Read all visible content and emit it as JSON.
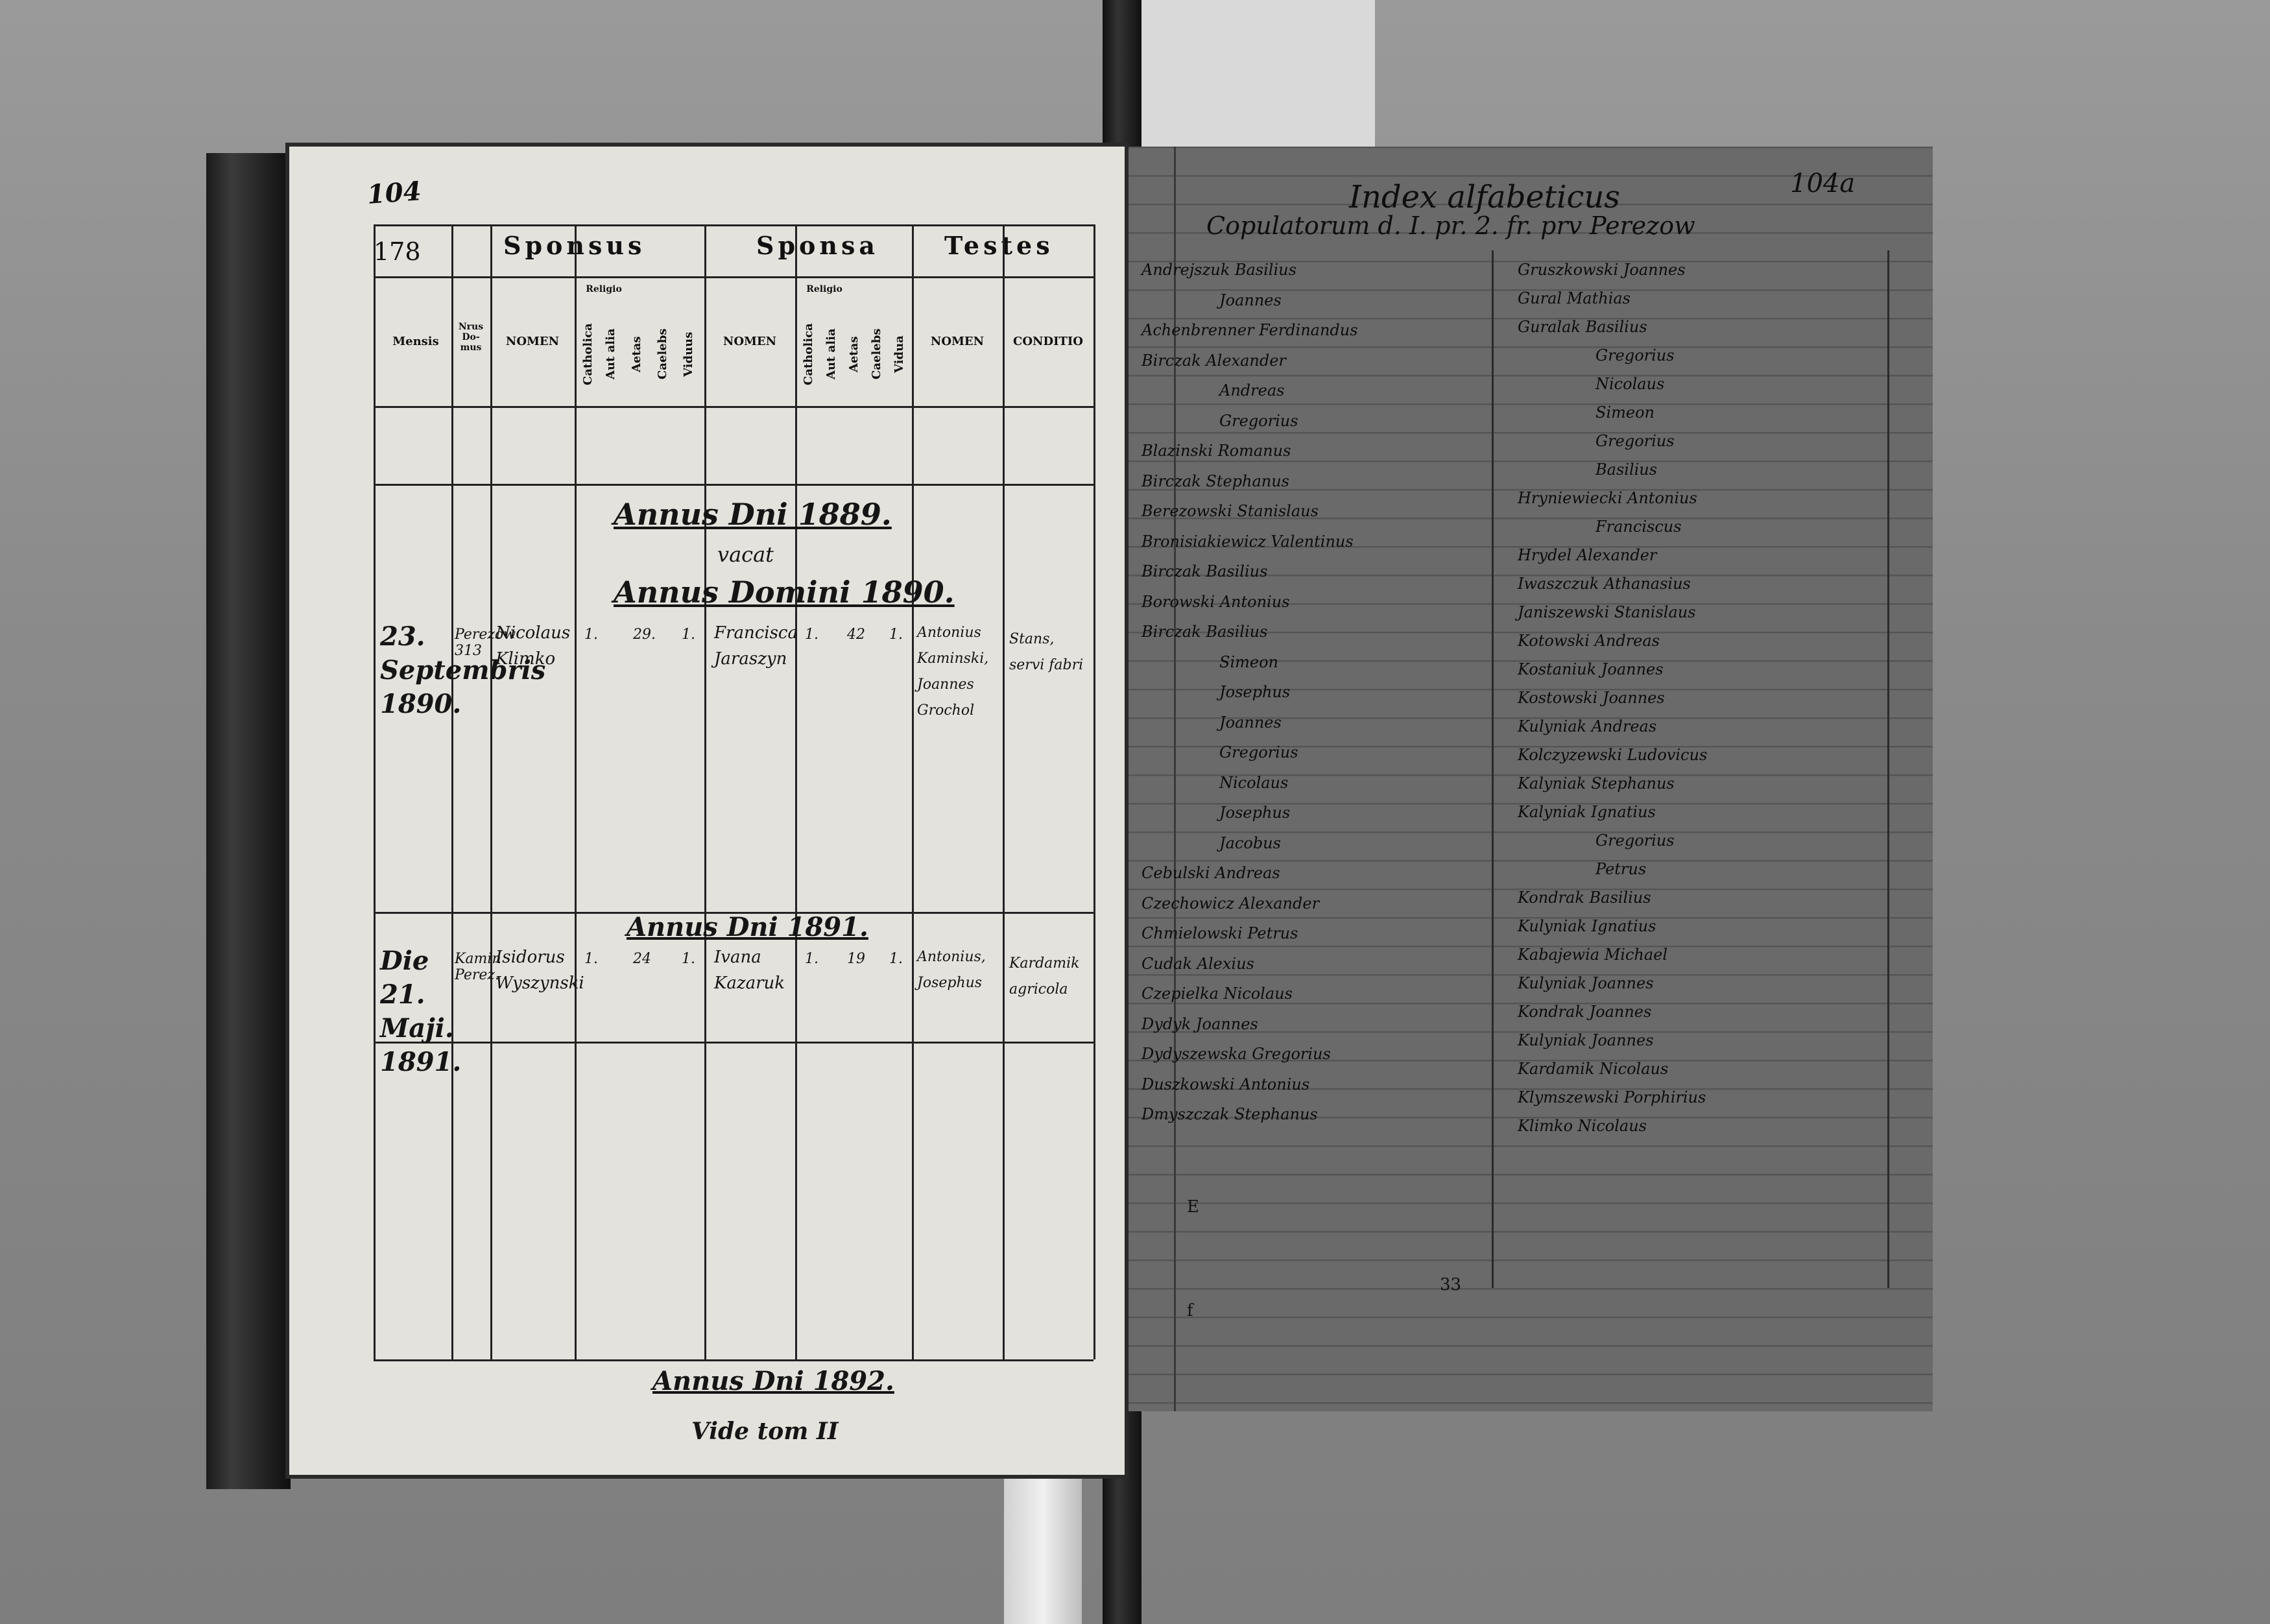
{
  "left_page": {
    "stamp": "104",
    "page_number": "178",
    "groups": {
      "sponsus": "Sponsus",
      "sponsa": "Sponsa",
      "testes": "Testes"
    },
    "columns": {
      "mensis": "Mensis",
      "nrus_domus": "Nrus Do-mus",
      "sponsus_nomen": "NOMEN",
      "religio_1": "Religio",
      "catholica_1": "Catholica",
      "aut_alia_1": "Aut alia",
      "aetas_1": "Aetas",
      "caelebs_1": "Caelebs",
      "viduus": "Viduus",
      "sponsa_nomen": "NOMEN",
      "religio_2": "Religio",
      "catholica_2": "Catholica",
      "aut_alia_2": "Aut alia",
      "aetas_2": "Aetas",
      "caelebs_2": "Caelebs",
      "vidua": "Vidua",
      "testes_nomen": "NOMEN",
      "conditio": "CONDITIO"
    },
    "entries": [
      {
        "mensis": "23. Septembris 1890.",
        "domus": "Perezow 313",
        "sponsus": "Nicolaus Klimko",
        "sponsus_nums": [
          "1.",
          "29.",
          "1."
        ],
        "sponsa": "Francisca Jaraszyn",
        "sponsa_nums": [
          "1.",
          "42",
          "1."
        ],
        "testes": "Antonius Kaminski, Joannes Grochol",
        "conditio": "Stans, servi fabri"
      },
      {
        "mensis": "Die 21. Maji. 1891.",
        "domus": "Kamin Perez.",
        "sponsus": "Isidorus Wyszynski",
        "sponsus_nums": [
          "1.",
          "24",
          "1."
        ],
        "sponsa": "Ivana Kazaruk",
        "sponsa_nums": [
          "1.",
          "19",
          "1."
        ],
        "testes": "Antonius, Josephus",
        "conditio": "Kardamik agricola"
      }
    ],
    "year_headers": [
      "Annus Dni 1889.",
      "vacat",
      "Annus Domini 1890.",
      "Annus Dni 1891.",
      "Annus Dni 1892."
    ],
    "footer": "Vide tom II"
  },
  "right_page": {
    "folio": "104a",
    "title": "Index alfabeticus",
    "subtitle": "Copulatorum d. I. pr. 2. fr. prv Perezow",
    "entries_left": [
      "Andrejszuk Basilius",
      "Joannes",
      "Achenbrenner Ferdinandus",
      "Birczak Alexander",
      "Andreas",
      "Gregorius",
      "Blazinski Romanus",
      "Birczak Stephanus",
      "Berezowski Stanislaus",
      "Bronisiakiewicz Valentinus",
      "Birczak Basilius",
      "Borowski Antonius",
      "Birczak Basilius",
      "Simeon",
      "Josephus",
      "Joannes",
      "Gregorius",
      "Nicolaus",
      "Josephus",
      "Jacobus",
      "Cebulski Andreas",
      "Czechowicz Alexander",
      "Chmielowski Petrus",
      "Cudak Alexius",
      "Czepielka Nicolaus",
      "Dydyk Joannes",
      "Dydyszewska Gregorius",
      "Duszkowski Antonius",
      "Dmyszczak Stephanus"
    ],
    "entries_right": [
      "Gruszkowski Joannes",
      "Gural Mathias",
      "Guralak Basilius",
      "Gregorius",
      "Nicolaus",
      "Simeon",
      "Gregorius",
      "Basilius",
      "Hryniewiecki Antonius",
      "Franciscus",
      "Hrydel Alexander",
      "Iwaszczuk Athanasius",
      "Janiszewski Stanislaus",
      "Kotowski Andreas",
      "Kostaniuk Joannes",
      "Kostowski Joannes",
      "Kulyniak Andreas",
      "Kolczyzewski Ludovicus",
      "Kalyniak Stephanus",
      "Kalyniak Ignatius",
      "Gregorius",
      "Petrus",
      "Kondrak Basilius",
      "Kulyniak Ignatius",
      "Kabajewia Michael",
      "Kulyniak Joannes",
      "Kondrak Joannes",
      "Kulyniak Joannes",
      "Kardamik Nicolaus",
      "Klymszewski Porphirius",
      "Klimko Nicolaus"
    ],
    "stray_marks": [
      "E",
      "33",
      "f"
    ]
  }
}
